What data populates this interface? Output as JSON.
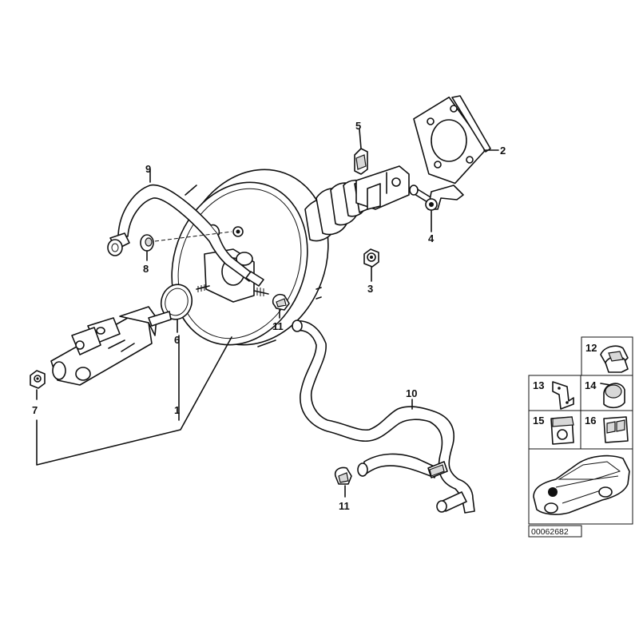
{
  "diagram": {
    "reference_number": "00062682",
    "callouts": [
      {
        "id": "c1",
        "text": "1"
      },
      {
        "id": "c2",
        "text": "2"
      },
      {
        "id": "c3",
        "text": "3"
      },
      {
        "id": "c4",
        "text": "4"
      },
      {
        "id": "c5",
        "text": "5"
      },
      {
        "id": "c6",
        "text": "6"
      },
      {
        "id": "c7",
        "text": "7"
      },
      {
        "id": "c8",
        "text": "8"
      },
      {
        "id": "c9",
        "text": "9"
      },
      {
        "id": "c10",
        "text": "10"
      },
      {
        "id": "c11a",
        "text": "11"
      },
      {
        "id": "c11b",
        "text": "11"
      }
    ],
    "inset_parts": [
      {
        "id": "p12",
        "text": "12"
      },
      {
        "id": "p13",
        "text": "13"
      },
      {
        "id": "p14",
        "text": "14"
      },
      {
        "id": "p15",
        "text": "15"
      },
      {
        "id": "p16",
        "text": "16"
      }
    ]
  }
}
